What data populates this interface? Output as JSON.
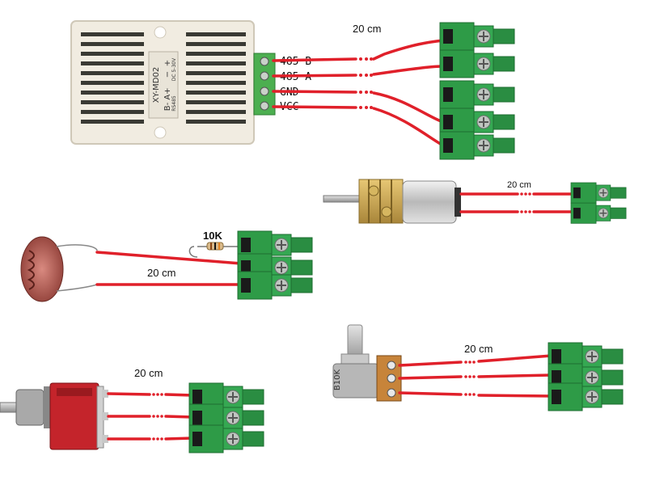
{
  "sensor": {
    "model": "XY-MD02",
    "pins": [
      "485 B",
      "485 A",
      "GND",
      "VCC"
    ],
    "module_pins": [
      "B-",
      "A+",
      "−",
      "+"
    ],
    "module_small": [
      "RS485",
      "DC 5-30V"
    ]
  },
  "labels": {
    "cable_length": "20 cm",
    "resistor": "10K",
    "pot_marking": "B10K"
  },
  "colors": {
    "wire": "#e0202a",
    "terminal": "#2e9b47",
    "terminal_dark": "#1f7a35",
    "screw": "#bfc5c0",
    "sensor_body": "#f1ece1"
  }
}
